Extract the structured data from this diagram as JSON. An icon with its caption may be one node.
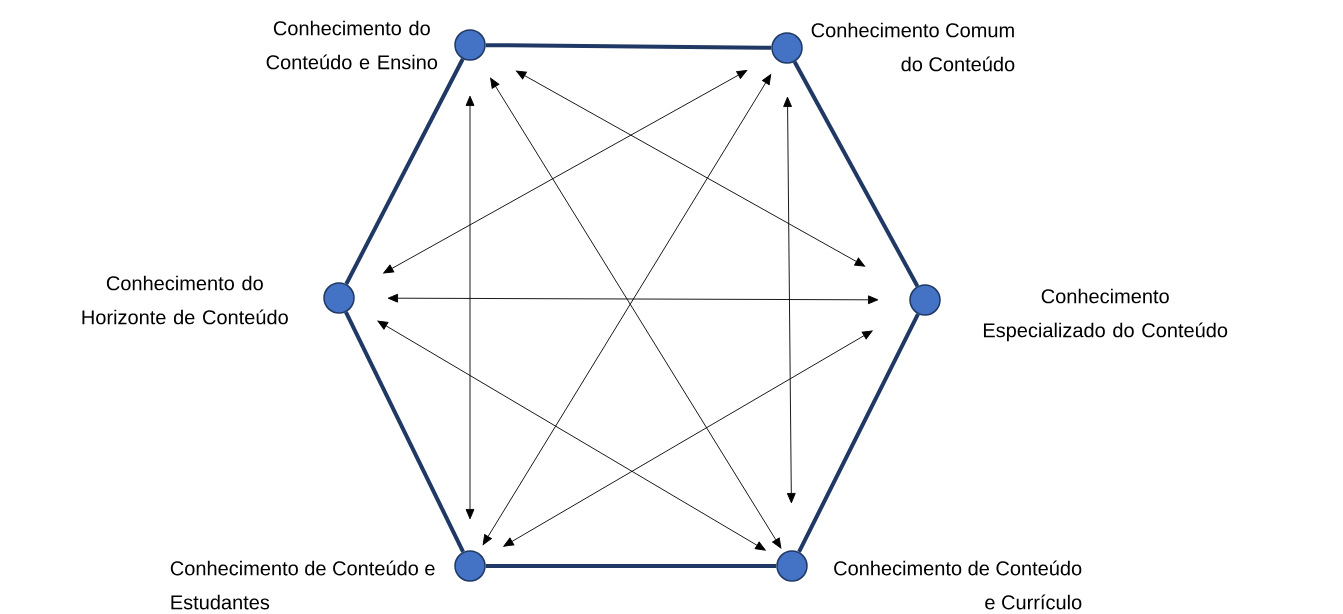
{
  "diagram": {
    "nodes": [
      {
        "text": [],
        "shape": "circle",
        "beside": [
          "Conhecimento do Conteúdo e Ensino"
        ]
      },
      {
        "text": [],
        "shape": "circle",
        "beside": [
          "Conhecimento Comum do Conteúdo"
        ]
      },
      {
        "text": [],
        "shape": "circle",
        "beside": [
          "Conhecimento Especializado do Conteúdo"
        ]
      },
      {
        "text": [],
        "shape": "circle",
        "beside": [
          "Conhecimento de Conteúdo e Currículo"
        ]
      },
      {
        "text": [],
        "shape": "circle",
        "beside": [
          "Conhecimento de Conteúdo e Estudantes"
        ]
      },
      {
        "text": [],
        "shape": "circle",
        "beside": [
          "Conhecimento do Horizonte de Conteúdo"
        ]
      }
    ],
    "edges": [
      {
        "from": 0,
        "to": 1,
        "arrow": "none",
        "style": "thick",
        "color": "#1f3864"
      },
      {
        "from": 1,
        "to": 2,
        "arrow": "none",
        "style": "thick",
        "color": "#1f3864"
      },
      {
        "from": 2,
        "to": 3,
        "arrow": "none",
        "style": "thick",
        "color": "#1f3864"
      },
      {
        "from": 3,
        "to": 4,
        "arrow": "none",
        "style": "thick",
        "color": "#1f3864"
      },
      {
        "from": 4,
        "to": 5,
        "arrow": "none",
        "style": "thick",
        "color": "#1f3864"
      },
      {
        "from": 5,
        "to": 0,
        "arrow": "none",
        "style": "thick",
        "color": "#1f3864"
      },
      {
        "from": 0,
        "to": 4,
        "arrow": "both"
      },
      {
        "from": 0,
        "to": 3,
        "arrow": "both"
      },
      {
        "from": 0,
        "to": 2,
        "arrow": "both"
      },
      {
        "from": 1,
        "to": 5,
        "arrow": "both"
      },
      {
        "from": 1,
        "to": 4,
        "arrow": "both"
      },
      {
        "from": 1,
        "to": 3,
        "arrow": "both"
      },
      {
        "from": 5,
        "to": 2,
        "arrow": "both"
      },
      {
        "from": 5,
        "to": 3,
        "arrow": "both"
      },
      {
        "from": 2,
        "to": 4,
        "arrow": "both"
      }
    ]
  }
}
